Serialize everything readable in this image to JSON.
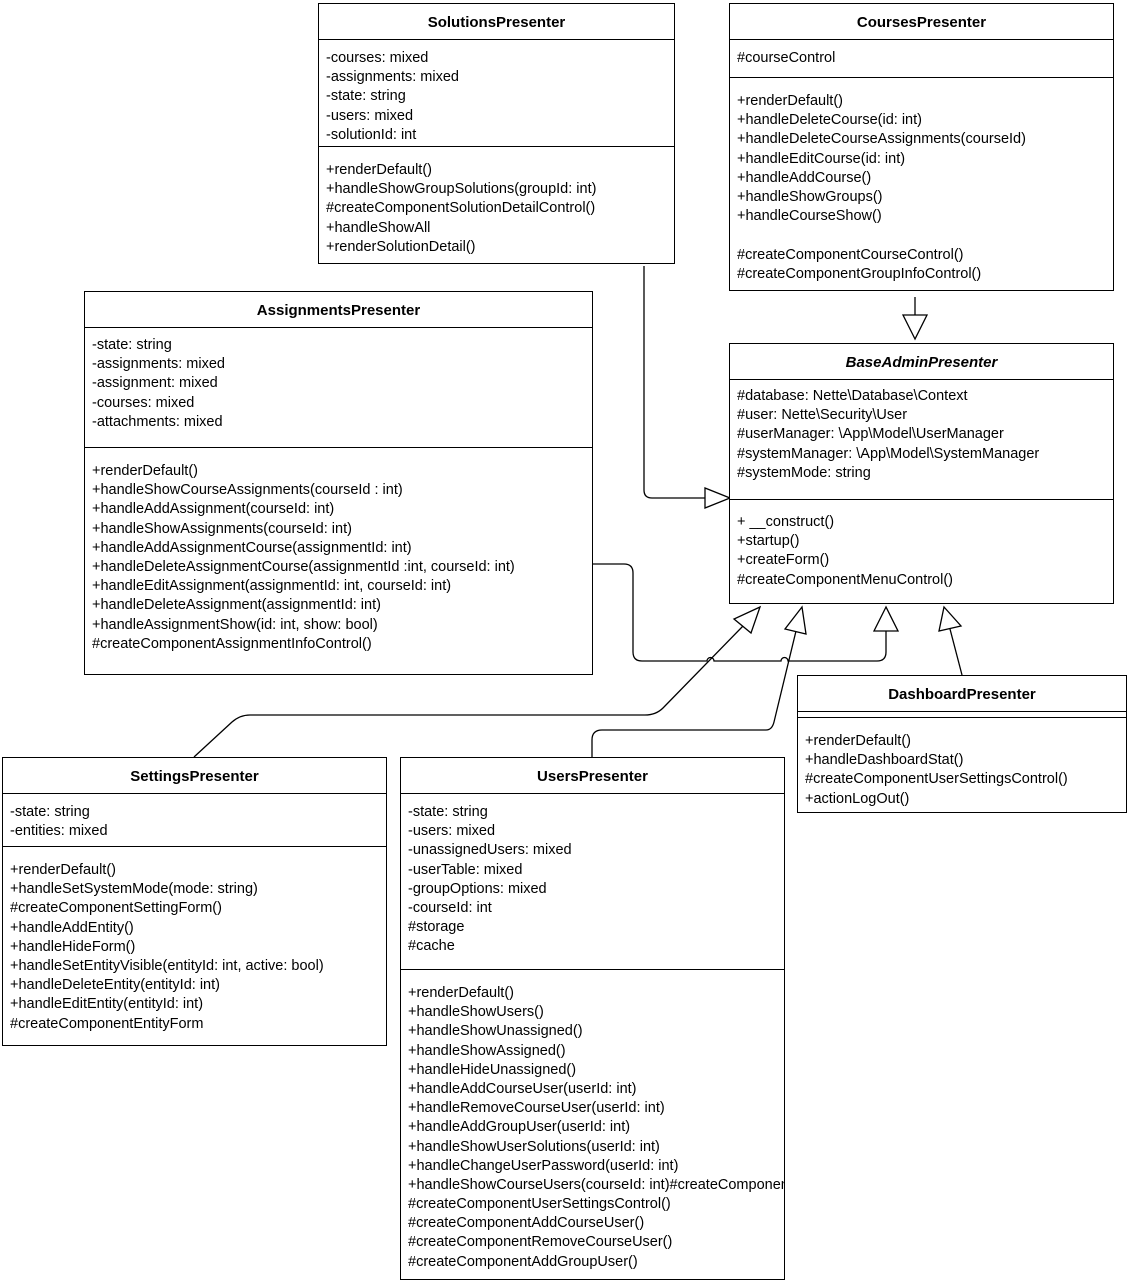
{
  "classes": {
    "solutions": {
      "name": "SolutionsPresenter",
      "attributes": [
        "-courses: mixed",
        "-assignments: mixed",
        "-state: string",
        "-users: mixed",
        "-solutionId: int"
      ],
      "methods": [
        "+renderDefault()",
        "+handleShowGroupSolutions(groupId: int)",
        "#createComponentSolutionDetailControl()",
        "+handleShowAll",
        "+renderSolutionDetail()"
      ]
    },
    "courses": {
      "name": "CoursesPresenter",
      "attributes": [
        "#courseControl"
      ],
      "methods": [
        "+renderDefault()",
        "+handleDeleteCourse(id: int)",
        "+handleDeleteCourseAssignments(courseId)",
        "+handleEditCourse(id: int)",
        "+handleAddCourse()",
        "+handleShowGroups()",
        "+handleCourseShow()",
        "",
        "#createComponentCourseControl()",
        "#createComponentGroupInfoControl()"
      ]
    },
    "assignments": {
      "name": "AssignmentsPresenter",
      "attributes": [
        "-state: string",
        "-assignments: mixed",
        "-assignment: mixed",
        "-courses: mixed",
        "-attachments: mixed"
      ],
      "methods": [
        "+renderDefault()",
        "+handleShowCourseAssignments(courseId : int)",
        "+handleAddAssignment(courseId: int)",
        "+handleShowAssignments(courseId: int)",
        "+handleAddAssignmentCourse(assignmentId: int)",
        "+handleDeleteAssignmentCourse(assignmentId :int, courseId: int)",
        "+handleEditAssignment(assignmentId: int, courseId: int)",
        "+handleDeleteAssignment(assignmentId: int)",
        "+handleAssignmentShow(id: int, show: bool)",
        "#createComponentAssignmentInfoControl()"
      ]
    },
    "base": {
      "name": "BaseAdminPresenter",
      "attributes": [
        "#database: Nette\\Database\\Context",
        "#user: Nette\\Security\\User",
        "#userManager: \\App\\Model\\UserManager",
        "#systemManager: \\App\\Model\\SystemManager",
        "#systemMode: string"
      ],
      "methods": [
        "+ __construct()",
        "+startup()",
        "+createForm()",
        "#createComponentMenuControl()"
      ]
    },
    "dashboard": {
      "name": "DashboardPresenter",
      "attributes": [],
      "methods": [
        "+renderDefault()",
        "+handleDashboardStat()",
        "#createComponentUserSettingsControl()",
        "+actionLogOut()"
      ]
    },
    "settings": {
      "name": "SettingsPresenter",
      "attributes": [
        "-state: string",
        "-entities: mixed"
      ],
      "methods": [
        "+renderDefault()",
        "+handleSetSystemMode(mode: string)",
        "#createComponentSettingForm()",
        "+handleAddEntity()",
        "+handleHideForm()",
        "+handleSetEntityVisible(entityId: int, active: bool)",
        "+handleDeleteEntity(entityId: int)",
        "+handleEditEntity(entityId: int)",
        "#createComponentEntityForm"
      ]
    },
    "users": {
      "name": "UsersPresenter",
      "attributes": [
        "-state: string",
        "-users: mixed",
        "-unassignedUsers: mixed",
        "-userTable: mixed",
        "-groupOptions: mixed",
        "-courseId: int",
        "#storage",
        "#cache"
      ],
      "methods": [
        "+renderDefault()",
        "+handleShowUsers()",
        "+handleShowUnassigned()",
        "+handleShowAssigned()",
        "+handleHideUnassigned()",
        "+handleAddCourseUser(userId: int)",
        "+handleRemoveCourseUser(userId: int)",
        "+handleAddGroupUser(userId: int)",
        "+handleShowUserSolutions(userId: int)",
        "+handleChangeUserPassword(userId: int)",
        "+handleShowCourseUsers(courseId: int)#createComponentCourseUsersControl()",
        "#createComponentUserSettingsControl()",
        "#createComponentAddCourseUser()",
        "#createComponentRemoveCourseUser()",
        "#createComponentAddGroupUser()"
      ]
    }
  },
  "relations": [
    {
      "from": "SolutionsPresenter",
      "to": "BaseAdminPresenter",
      "type": "generalization"
    },
    {
      "from": "CoursesPresenter",
      "to": "BaseAdminPresenter",
      "type": "generalization"
    },
    {
      "from": "AssignmentsPresenter",
      "to": "BaseAdminPresenter",
      "type": "generalization"
    },
    {
      "from": "SettingsPresenter",
      "to": "BaseAdminPresenter",
      "type": "generalization"
    },
    {
      "from": "UsersPresenter",
      "to": "BaseAdminPresenter",
      "type": "generalization"
    },
    {
      "from": "DashboardPresenter",
      "to": "BaseAdminPresenter",
      "type": "generalization"
    }
  ]
}
